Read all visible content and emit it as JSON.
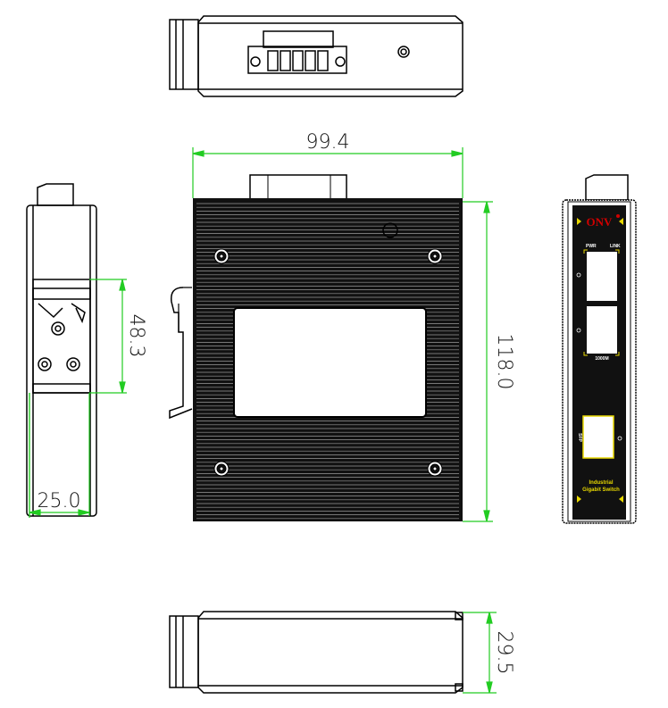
{
  "dimensions": {
    "width": "99.4",
    "height": "118.0",
    "din_clip": "48.3",
    "depth": "25.0",
    "thickness": "29.5"
  },
  "panel": {
    "brand": "ONV",
    "led_pwr": "PWR",
    "led_link": "LINK",
    "port_speed": "1000M",
    "sfp_label": "SFP",
    "product_line1": "Industrial",
    "product_line2": "Gigabit Switch"
  },
  "colors": {
    "dimension": "#22cc22",
    "body": "#111111",
    "accent": "#e8d800",
    "brand": "#d00000"
  }
}
